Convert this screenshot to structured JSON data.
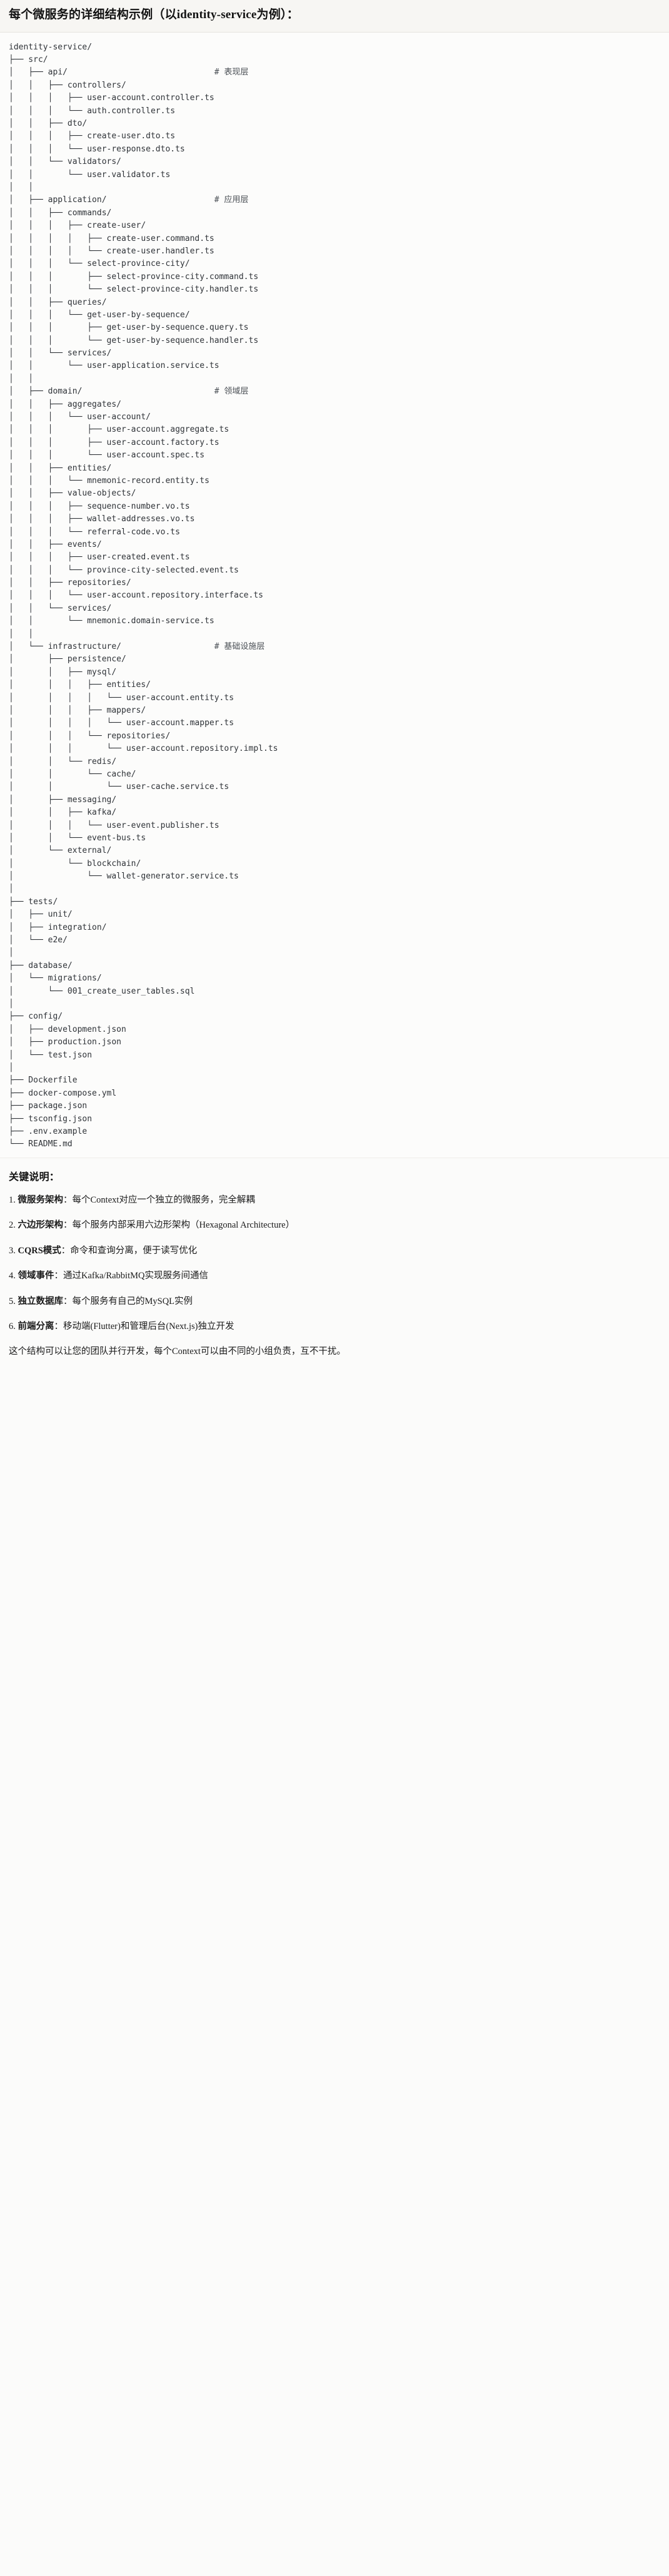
{
  "title": "每个微服务的详细结构示例（以identity-service为例）：",
  "tree": {
    "root_label": "identity-service/",
    "lines": [
      "identity-service/",
      "├── src/",
      "│   ├── api/                              # 表现层",
      "│   │   ├── controllers/",
      "│   │   │   ├── user-account.controller.ts",
      "│   │   │   └── auth.controller.ts",
      "│   │   ├── dto/",
      "│   │   │   ├── create-user.dto.ts",
      "│   │   │   └── user-response.dto.ts",
      "│   │   └── validators/",
      "│   │       └── user.validator.ts",
      "│   │",
      "│   ├── application/                      # 应用层",
      "│   │   ├── commands/",
      "│   │   │   ├── create-user/",
      "│   │   │   │   ├── create-user.command.ts",
      "│   │   │   │   └── create-user.handler.ts",
      "│   │   │   └── select-province-city/",
      "│   │   │       ├── select-province-city.command.ts",
      "│   │   │       └── select-province-city.handler.ts",
      "│   │   ├── queries/",
      "│   │   │   └── get-user-by-sequence/",
      "│   │   │       ├── get-user-by-sequence.query.ts",
      "│   │   │       └── get-user-by-sequence.handler.ts",
      "│   │   └── services/",
      "│   │       └── user-application.service.ts",
      "│   │",
      "│   ├── domain/                           # 领域层",
      "│   │   ├── aggregates/",
      "│   │   │   └── user-account/",
      "│   │   │       ├── user-account.aggregate.ts",
      "│   │   │       ├── user-account.factory.ts",
      "│   │   │       └── user-account.spec.ts",
      "│   │   ├── entities/",
      "│   │   │   └── mnemonic-record.entity.ts",
      "│   │   ├── value-objects/",
      "│   │   │   ├── sequence-number.vo.ts",
      "│   │   │   ├── wallet-addresses.vo.ts",
      "│   │   │   └── referral-code.vo.ts",
      "│   │   ├── events/",
      "│   │   │   ├── user-created.event.ts",
      "│   │   │   └── province-city-selected.event.ts",
      "│   │   ├── repositories/",
      "│   │   │   └── user-account.repository.interface.ts",
      "│   │   └── services/",
      "│   │       └── mnemonic.domain-service.ts",
      "│   │",
      "│   └── infrastructure/                   # 基础设施层",
      "│       ├── persistence/",
      "│       │   ├── mysql/",
      "│       │   │   ├── entities/",
      "│       │   │   │   └── user-account.entity.ts",
      "│       │   │   ├── mappers/",
      "│       │   │   │   └── user-account.mapper.ts",
      "│       │   │   └── repositories/",
      "│       │   │       └── user-account.repository.impl.ts",
      "│       │   └── redis/",
      "│       │       └── cache/",
      "│       │           └── user-cache.service.ts",
      "│       ├── messaging/",
      "│       │   ├── kafka/",
      "│       │   │   └── user-event.publisher.ts",
      "│       │   └── event-bus.ts",
      "│       └── external/",
      "│           └── blockchain/",
      "│               └── wallet-generator.service.ts",
      "│",
      "├── tests/",
      "│   ├── unit/",
      "│   ├── integration/",
      "│   └── e2e/",
      "│",
      "├── database/",
      "│   └── migrations/",
      "│       └── 001_create_user_tables.sql",
      "│",
      "├── config/",
      "│   ├── development.json",
      "│   ├── production.json",
      "│   └── test.json",
      "│",
      "├── Dockerfile",
      "├── docker-compose.yml",
      "├── package.json",
      "├── tsconfig.json",
      "├── .env.example",
      "└── README.md"
    ],
    "layer_comments": [
      {
        "path": "src/api/",
        "comment": "# 表现层"
      },
      {
        "path": "src/application/",
        "comment": "# 应用层"
      },
      {
        "path": "src/domain/",
        "comment": "# 领域层"
      },
      {
        "path": "src/infrastructure/",
        "comment": "# 基础设施层"
      }
    ]
  },
  "keys": {
    "heading": "关键说明：",
    "items": [
      {
        "num": "1. ",
        "term": "微服务架构",
        "desc": "：每个Context对应一个独立的微服务，完全解耦"
      },
      {
        "num": "2. ",
        "term": "六边形架构",
        "desc": "：每个服务内部采用六边形架构（Hexagonal Architecture）"
      },
      {
        "num": "3. ",
        "term": "CQRS模式",
        "desc": "：命令和查询分离，便于读写优化"
      },
      {
        "num": "4. ",
        "term": "领域事件",
        "desc": "：通过Kafka/RabbitMQ实现服务间通信"
      },
      {
        "num": "5. ",
        "term": "独立数据库",
        "desc": "：每个服务有自己的MySQL实例"
      },
      {
        "num": "6. ",
        "term": "前端分离",
        "desc": "：移动端(Flutter)和管理后台(Next.js)独立开发"
      }
    ],
    "footer": "这个结构可以让您的团队并行开发，每个Context可以由不同的小组负责，互不干扰。"
  }
}
